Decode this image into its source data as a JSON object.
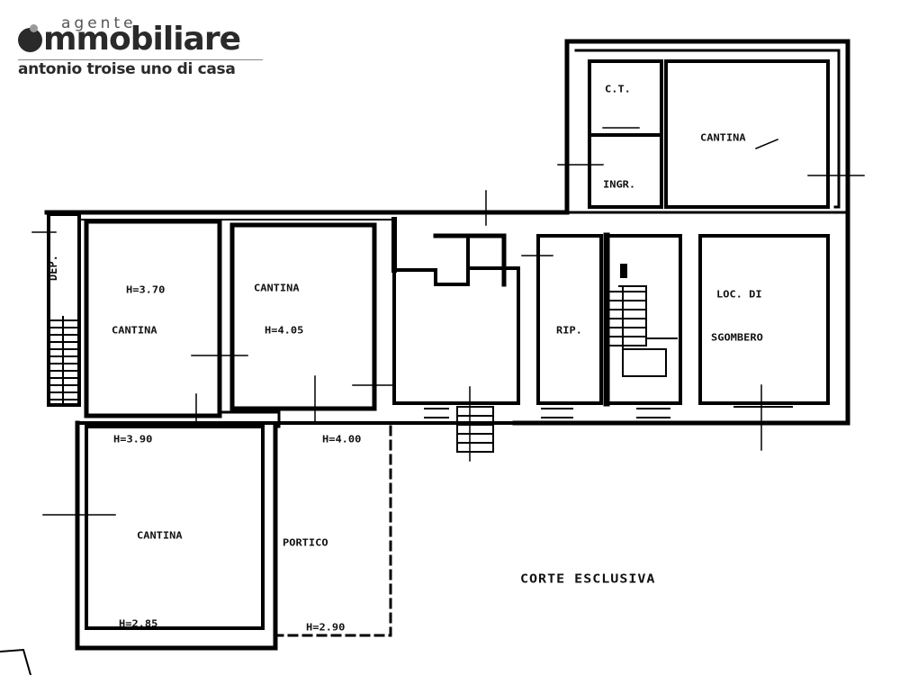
{
  "logo": {
    "prefix": "agente",
    "brand": "mmobiliare",
    "tagline": "antonio troise uno di casa"
  },
  "floor_plan": {
    "rooms": [
      {
        "id": "cantina-1",
        "label": "CANTINA",
        "height": "H=3.70"
      },
      {
        "id": "cantina-2",
        "label": "CANTINA",
        "height": "H=4.05"
      },
      {
        "id": "cantina-3",
        "label": "CANTINA",
        "height_top": "H=3.90",
        "height_bottom": "H=2.85"
      },
      {
        "id": "portico",
        "label": "PORTICO",
        "height_top": "H=4.00",
        "height_bottom": "H=2.90"
      },
      {
        "id": "ct",
        "label": "C.T."
      },
      {
        "id": "ingr",
        "label": "INGR."
      },
      {
        "id": "cantina-4",
        "label": "CANTINA"
      },
      {
        "id": "rip",
        "label": "RIP."
      },
      {
        "id": "loc-sgombero",
        "label_line1": "LOC. DI",
        "label_line2": "SGOMBERO"
      },
      {
        "id": "deposito",
        "label": "DEP."
      }
    ],
    "outdoor": {
      "label": "CORTE  ESCLUSIVA"
    }
  }
}
